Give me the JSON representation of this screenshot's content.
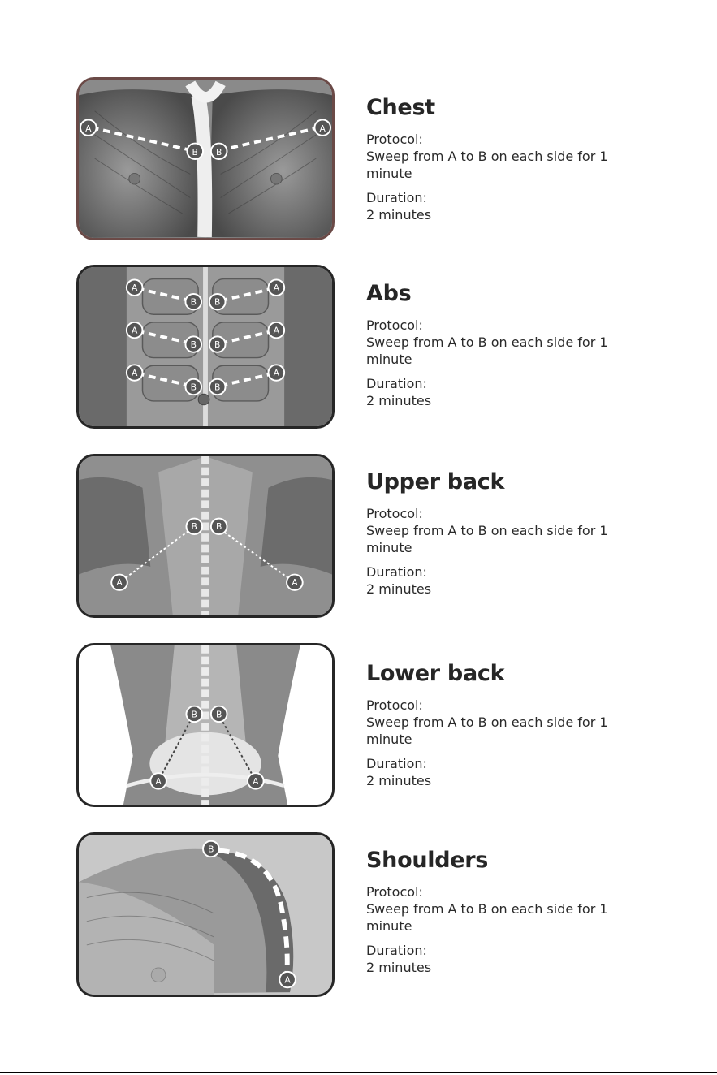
{
  "sections": [
    {
      "title": "Chest",
      "protocol_label": "Protocol:",
      "protocol_line1": "Sweep from A to B on each side for 1",
      "protocol_line2": "minute",
      "duration_label": "Duration:",
      "duration_value": "2 minutes"
    },
    {
      "title": "Abs",
      "protocol_label": "Protocol:",
      "protocol_line1": "Sweep from A to B on each side for 1",
      "protocol_line2": "minute",
      "duration_label": "Duration:",
      "duration_value": "2 minutes"
    },
    {
      "title": "Upper back",
      "protocol_label": "Protocol:",
      "protocol_line1": "Sweep from A to B on each side for 1",
      "protocol_line2": "minute",
      "duration_label": "Duration:",
      "duration_value": "2 minutes"
    },
    {
      "title": "Lower back",
      "protocol_label": "Protocol:",
      "protocol_line1": "Sweep from A to B on each side for 1",
      "protocol_line2": "minute",
      "duration_label": "Duration:",
      "duration_value": "2 minutes"
    },
    {
      "title": "Shoulders",
      "protocol_label": "Protocol:",
      "protocol_line1": "Sweep from A to B on each side for 1",
      "protocol_line2": "minute",
      "duration_label": "Duration:",
      "duration_value": "2 minutes"
    }
  ],
  "markers": {
    "a": "A",
    "b": "B"
  },
  "colors": {
    "outline": "#262626",
    "chest_outline": "#6b4a47",
    "muscle_dark": "#5e5e5e",
    "muscle_light": "#cfcfcf",
    "dash": "#ffffff"
  }
}
